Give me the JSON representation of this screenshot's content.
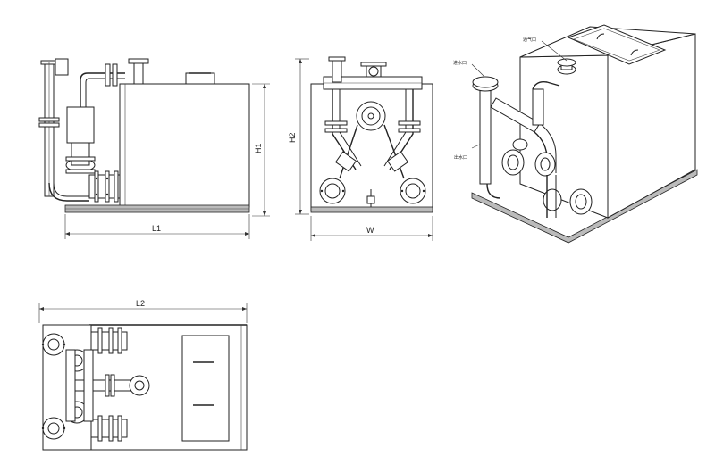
{
  "dimensions": {
    "L1": "L1",
    "H1": "H1",
    "H2": "H2",
    "W": "W",
    "L2": "L2"
  },
  "callouts": {
    "inlet": "进水口",
    "vent": "通气口",
    "outlet": "出水口"
  }
}
